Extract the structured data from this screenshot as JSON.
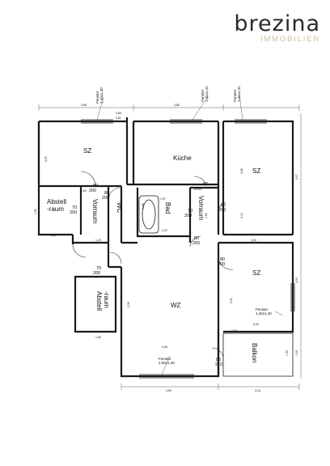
{
  "brand": {
    "name": "brezina",
    "subtitle": "IMMOBILIEN",
    "accent": "#cfc0a0"
  },
  "rooms": {
    "sz1": "SZ",
    "kueche": "Küche",
    "sz2": "SZ",
    "abstell1": "Abstell\n-raum",
    "wc": "WC",
    "vorraum1": "Vorraum",
    "bad": "Bad",
    "vorraum2": "Vorraum",
    "abstell2": "Abstell\n-raum",
    "wz": "WZ",
    "sz3": "SZ",
    "balkon": "Balkon"
  },
  "doors": {
    "d1": "80\n200",
    "d2": "80\n200",
    "d3": "80\n200",
    "d4": "70\n200",
    "d5": "70\n200",
    "d6": "80\n200",
    "d7": "80\n200",
    "d8": "80\n200",
    "d9": "70\n200",
    "d10": "85\n210"
  },
  "windows": {
    "w1": "Fenster\n1,40x1,40",
    "w2": "Fenster\n1,45x1,41",
    "w3": "Fenster\n1,45x1,41",
    "w4": "Fenster\n1,40x1,40",
    "w5": "Fenster\n2,90x1,40"
  },
  "dims": {
    "top1": "3,85",
    "top2": "3,88",
    "top3": "0,86",
    "top4": "0,81",
    "h1": "3,99",
    "h2": "3,57",
    "h3": "3,80",
    "h4": "4,00",
    "h5": "3,10",
    "h6": "1,90",
    "bot1": "4,59",
    "bot2": "3,16",
    "mid1": "1,58",
    "mid2": "1,97",
    "mid3": "1,82",
    "mid4": "4,28",
    "mid5": "3,16",
    "mid6": "2,22",
    "mid7": "1,52",
    "mid8": "3,00",
    "mid9": "1,25",
    "mid10": "1,66",
    "mid11": "1,56",
    "mid12": "2,51",
    "mid13": "2,98",
    "mid14": "1,95",
    "mid15": "0,93"
  }
}
